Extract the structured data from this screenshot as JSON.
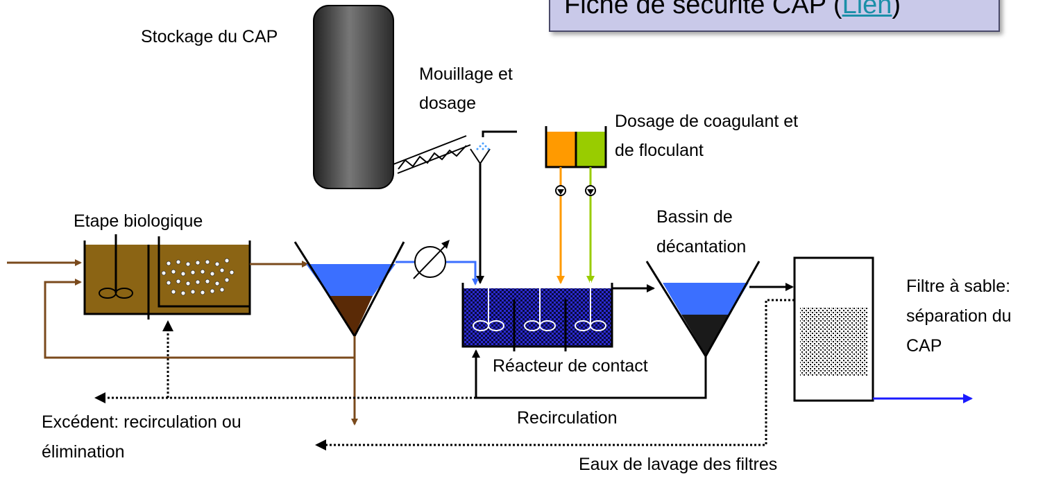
{
  "title": {
    "prefix": "Fiche de sécurité CAP (",
    "link": "Lien",
    "suffix": ")"
  },
  "labels": {
    "stockage": "Stockage du CAP",
    "mouillage_1": "Mouillage et",
    "mouillage_2": "dosage",
    "dosage_coag_1": "Dosage de coagulant et",
    "dosage_coag_2": "de floculant",
    "etape_bio": "Etape biologique",
    "bassin_1": "Bassin de",
    "bassin_2": "décantation",
    "filtre_1": "Filtre à sable:",
    "filtre_2": "séparation du",
    "filtre_3": "CAP",
    "reacteur": "Réacteur de contact",
    "excedent_1": "Excédent: recirculation ou",
    "excedent_2": "élimination",
    "recirculation": "Recirculation",
    "eaux_lavage": "Eaux de lavage des filtres"
  },
  "colors": {
    "sludge_brown": "#7a4a1c",
    "bio_tank": "#8b6414",
    "water_blue": "#3b6fff",
    "sediment_brown": "#5a2a06",
    "sediment_black": "#1a1a1a",
    "reactor_blue": "#2a2ad0",
    "coagulant_orange": "#ff9a00",
    "floculant_green": "#99cc00",
    "silo_gray": "#444444",
    "outlet_blue": "#1a1aff",
    "title_bg": "#c9c9e9",
    "link_teal": "#1a8fa8"
  }
}
